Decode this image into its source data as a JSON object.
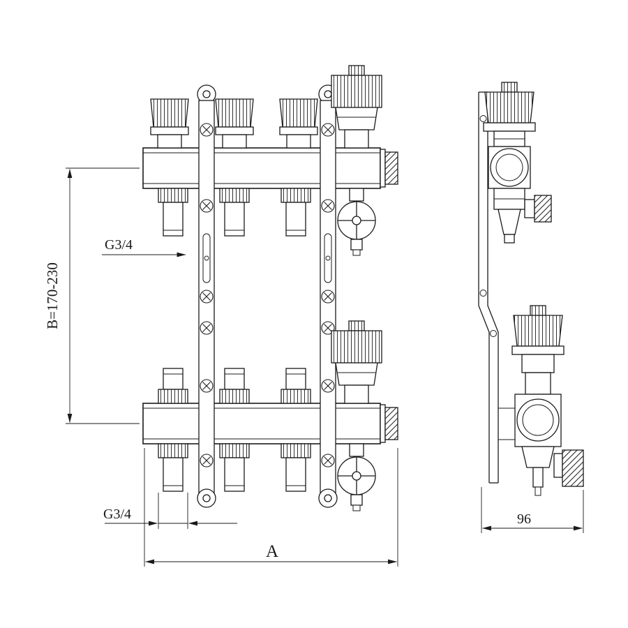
{
  "labels": {
    "dim_height": "B=170-230",
    "thread_top": "G3/4",
    "thread_bottom": "G3/4",
    "dim_width": "A",
    "dim_depth": "96"
  },
  "colors": {
    "line": "#1a1a1a",
    "background": "#ffffff"
  }
}
